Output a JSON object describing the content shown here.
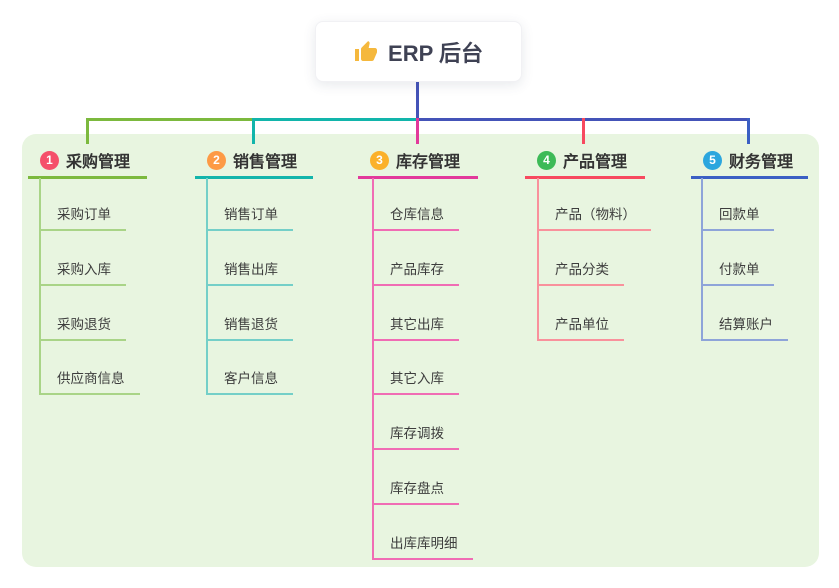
{
  "root": {
    "label": "ERP 后台",
    "icon": "thumbs-up",
    "icon_color": "#f5b83d",
    "text_color": "#3f4254"
  },
  "connector": {
    "color": "#4453b8"
  },
  "panel": {
    "background": "#e8f5e0"
  },
  "branches": [
    {
      "name": "purchase",
      "number": "1",
      "title": "采购管理",
      "badge_color": "#f5506a",
      "line_color": "#7cb93e",
      "child_line_color": "#a9d487",
      "children": [
        "采购订单",
        "采购入库",
        "采购退货",
        "供应商信息"
      ]
    },
    {
      "name": "sales",
      "number": "2",
      "title": "销售管理",
      "badge_color": "#fd9a45",
      "line_color": "#12b5ab",
      "child_line_color": "#74cfc8",
      "children": [
        "销售订单",
        "销售出库",
        "销售退货",
        "客户信息"
      ]
    },
    {
      "name": "inventory",
      "number": "3",
      "title": "库存管理",
      "badge_color": "#fbb12a",
      "line_color": "#e2399b",
      "child_line_color": "#f06cb4",
      "children": [
        "仓库信息",
        "产品库存",
        "其它出库",
        "其它入库",
        "库存调拨",
        "库存盘点",
        "出库库明细"
      ]
    },
    {
      "name": "product",
      "number": "4",
      "title": "产品管理",
      "badge_color": "#3dba57",
      "line_color": "#f7495f",
      "child_line_color": "#f9919c",
      "children": [
        "产品（物料）",
        "产品分类",
        "产品单位"
      ]
    },
    {
      "name": "finance",
      "number": "5",
      "title": "财务管理",
      "badge_color": "#2ba6de",
      "line_color": "#3b5fc4",
      "child_line_color": "#8ea4d9",
      "children": [
        "回款单",
        "付款单",
        "结算账户"
      ]
    }
  ]
}
